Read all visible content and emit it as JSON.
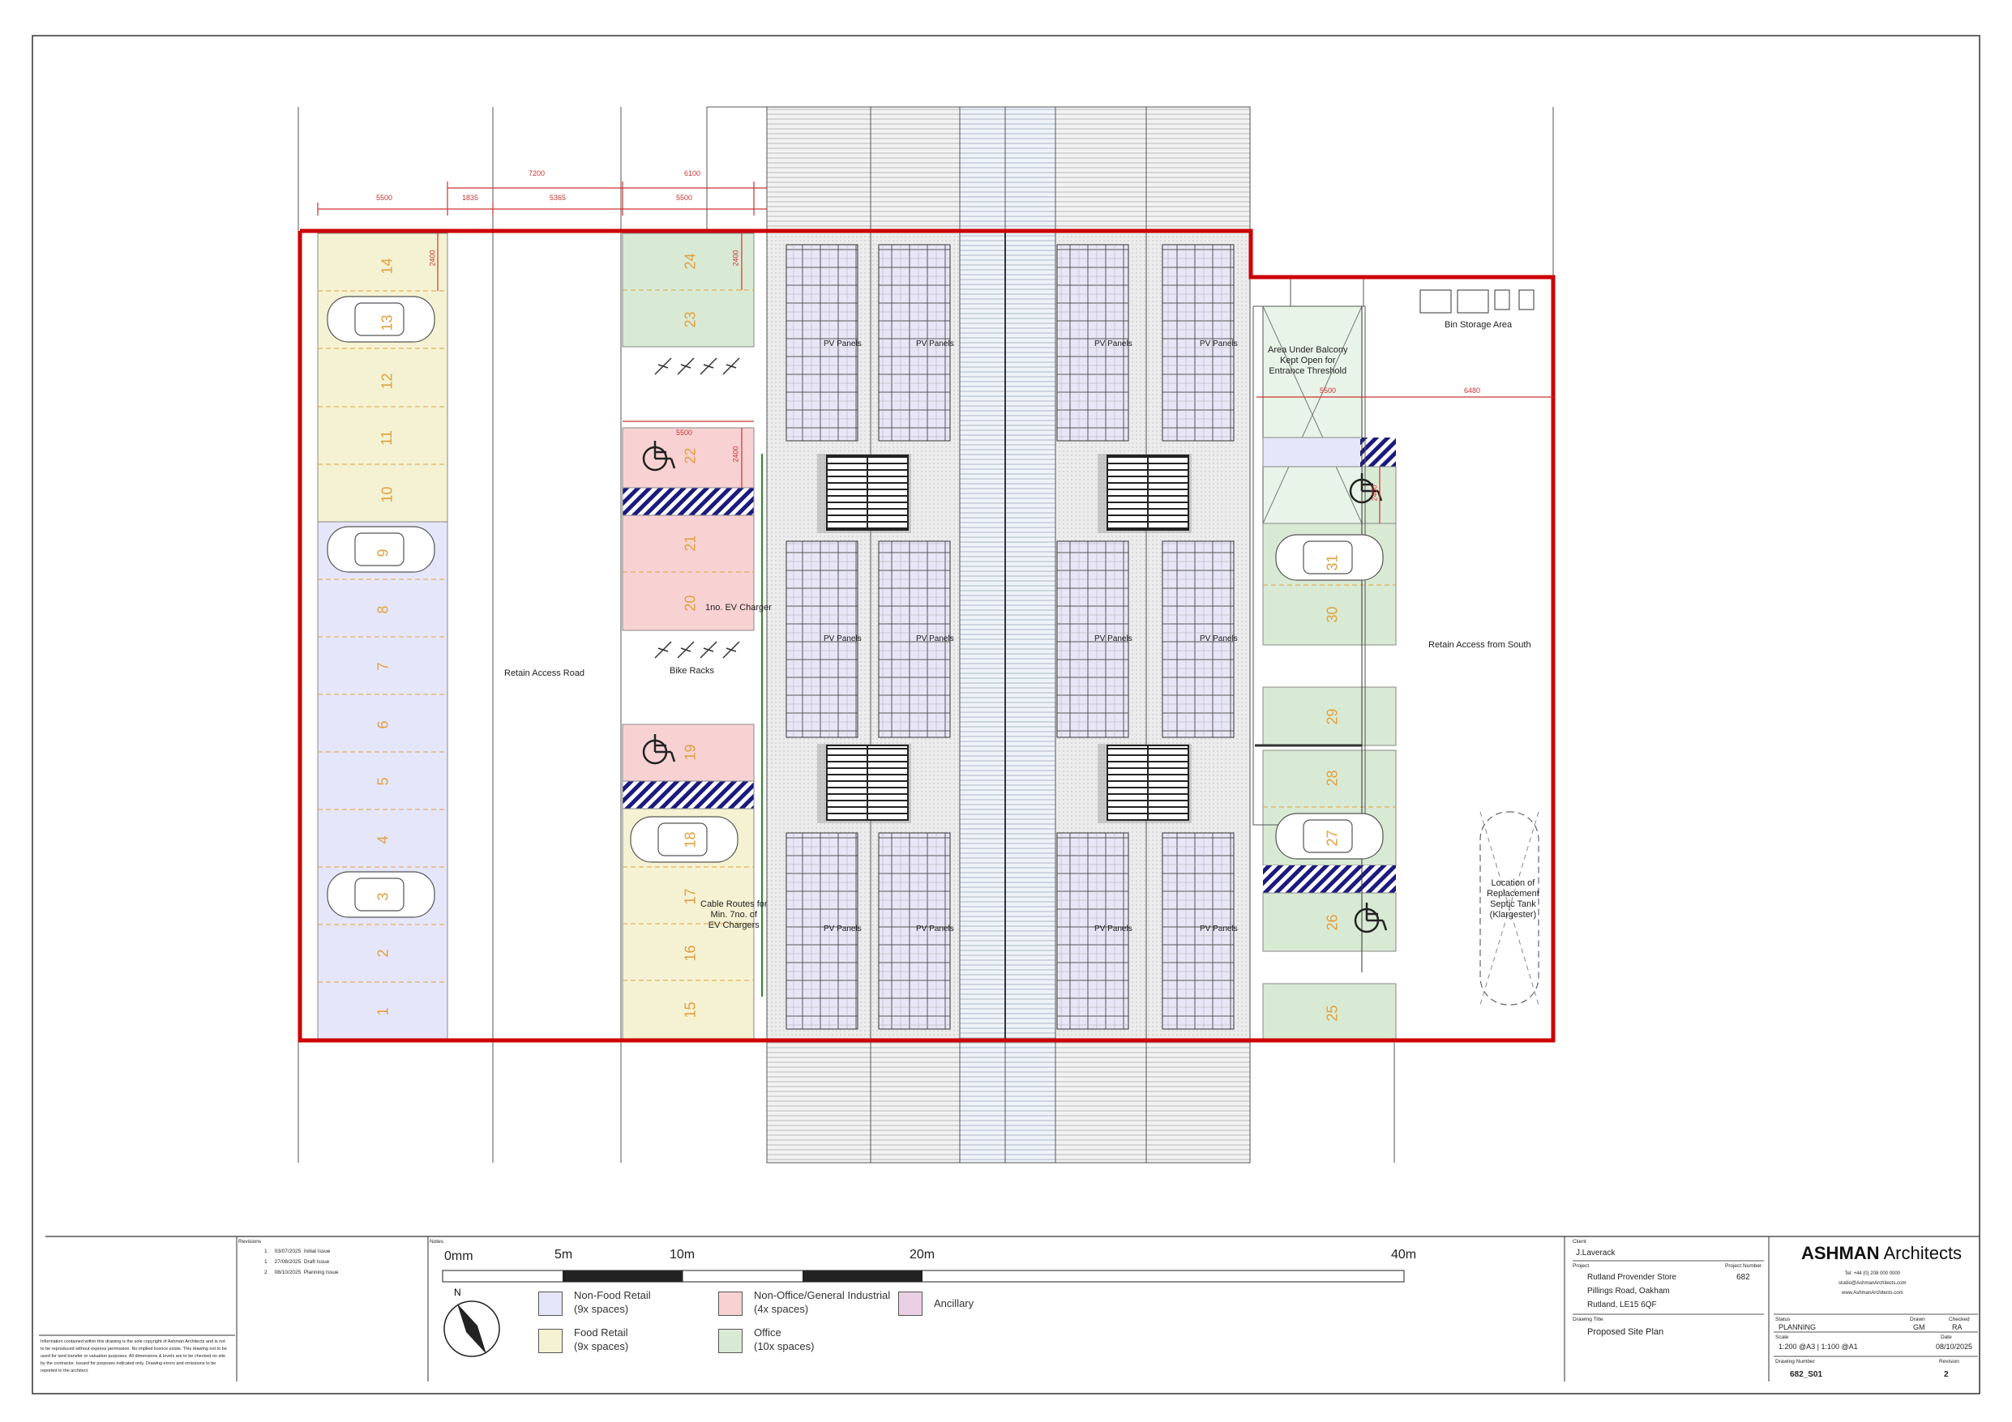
{
  "plan": {
    "labels": {
      "retain_access_road": "Retain Access Road",
      "bike_racks": "Bike Racks",
      "ev_charger": "1no. EV Charger",
      "cable_routes": [
        "Cable Routes for",
        "Min. 7no. of",
        "EV Chargers"
      ],
      "bin_storage": "Bin Storage Area",
      "area_under_balcony": [
        "Area Under Balcony",
        "Kept Open for",
        "Entrance Threshold"
      ],
      "retain_access_south": "Retain Access from South",
      "septic_tank": [
        "Location of",
        "Replacement",
        "Septic Tank",
        "(Klargester)"
      ],
      "pv_panels": "PV Panels"
    },
    "dimensions": {
      "d5500a": "5500",
      "d1835": "1835",
      "d7200": "7200",
      "d5365": "5365",
      "d6100": "6100",
      "d5500b": "5500",
      "d2400a": "2400",
      "d2400b": "2400",
      "d5500c": "5500",
      "d2400c": "2400",
      "d5500d": "5500",
      "d6480": "6480",
      "d2400d": "2400"
    },
    "bays_left": [
      "14",
      "13",
      "12",
      "11",
      "10",
      "9",
      "8",
      "7",
      "6",
      "5",
      "4",
      "3",
      "2",
      "1"
    ],
    "bays_mid": [
      "24",
      "23",
      "22",
      "21",
      "20",
      "19",
      "18",
      "17",
      "16",
      "15"
    ],
    "bays_right": [
      "31",
      "30",
      "29",
      "28",
      "27",
      "26",
      "25"
    ]
  },
  "scale_bar": {
    "labels": [
      "0mm",
      "5m",
      "10m",
      "20m",
      "40m"
    ]
  },
  "legend": {
    "items": [
      {
        "label": "Non-Food Retail",
        "sub": "(9x spaces)",
        "color": "#e6e6fa"
      },
      {
        "label": "Food Retail",
        "sub": "(9x spaces)",
        "color": "#f4f2d2"
      },
      {
        "label": "Non-Office/General Industrial",
        "sub": "(4x spaces)",
        "color": "#f8d2d2"
      },
      {
        "label": "Office",
        "sub": "(10x spaces)",
        "color": "#d9ead4"
      },
      {
        "label": "Ancillary",
        "sub": "",
        "color": "#ebcfe4"
      }
    ]
  },
  "revisions": {
    "header": "Revisions",
    "rows": [
      {
        "rev": "1",
        "date": "03/07/2025",
        "desc": "Initial Issue"
      },
      {
        "rev": "1",
        "date": "27/08/2025",
        "desc": "Draft Issue"
      },
      {
        "rev": "2",
        "date": "08/10/2025",
        "desc": "Planning Issue"
      }
    ]
  },
  "notes": {
    "header": "Notes",
    "copyright": [
      "Information contained within this drawing is the sole copyright of Ashman Architects and is not",
      "to be reproduced without express permission. No implied licence exists. This drawing not to be",
      "used for land transfer or valuation purposes. All dimensions & levels are to be checked on site",
      "by the contractor. Issued for purposes indicated only. Drawing errors and omissions to be",
      "reported to the architect."
    ]
  },
  "title_block": {
    "client_label": "Client",
    "client": "J.Laverack",
    "project_label": "Project",
    "project_number_label": "Project Number",
    "project_lines": [
      "Rutland Provender Store",
      "Pillings Road, Oakham",
      "Rutland, LE15 6QF"
    ],
    "project_number": "682",
    "drawing_title_label": "Drawing Title",
    "drawing_title": "Proposed Site Plan",
    "brand_bold": "ASHMAN",
    "brand_light": "Architects",
    "contact": [
      "Tel: +44 (0) 208 000 0000",
      "studio@AshmanArchitects.com",
      "www.AshmanArchitects.com"
    ],
    "status_label": "Status",
    "status": "PLANNING",
    "drawn_label": "Drawn",
    "drawn": "GM",
    "checked_label": "Checked",
    "checked": "RA",
    "scale_label": "Scale",
    "scale": "1:200 @A3 | 1:100 @A1",
    "date_label": "Date",
    "date": "08/10/2025",
    "drawing_number_label": "Drawing Number",
    "drawing_number": "682_S01",
    "revision_label": "Revision",
    "revision": "2"
  },
  "colors": {
    "boundary": "#cc0000",
    "non_food": "#e6e6fa",
    "food": "#f4f2d2",
    "industrial": "#f8d2d2",
    "office": "#d9ead4",
    "accessible_hatch": "#1a1a80",
    "bay_number": "#e0a040"
  }
}
